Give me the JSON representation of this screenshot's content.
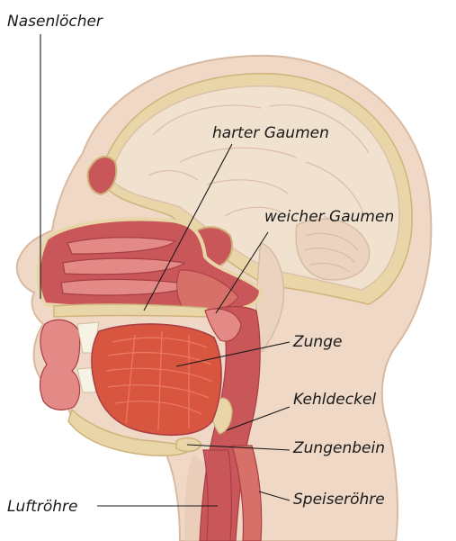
{
  "labels": {
    "nostrils": "Nasenlöcher",
    "hard_palate": "harter Gaumen",
    "soft_palate": "weicher Gaumen",
    "tongue": "Zunge",
    "epiglottis": "Kehldeckel",
    "hyoid": "Zungenbein",
    "trachea": "Luftröhre",
    "esophagus": "Speiseröhre"
  },
  "colors": {
    "skin": "#efd8c6",
    "skin_outline": "#d9b9a0",
    "bone": "#e9d6a8",
    "bone_dark": "#cfb37a",
    "brain": "#f1e1cf",
    "brain_line": "#dcc1a8",
    "cavity": "#c9575a",
    "cavity_dark": "#a83e45",
    "muscle": "#d8553f",
    "muscle_light": "#ea7a5f",
    "pink": "#e48a86",
    "leader": "#1a1a1a"
  }
}
